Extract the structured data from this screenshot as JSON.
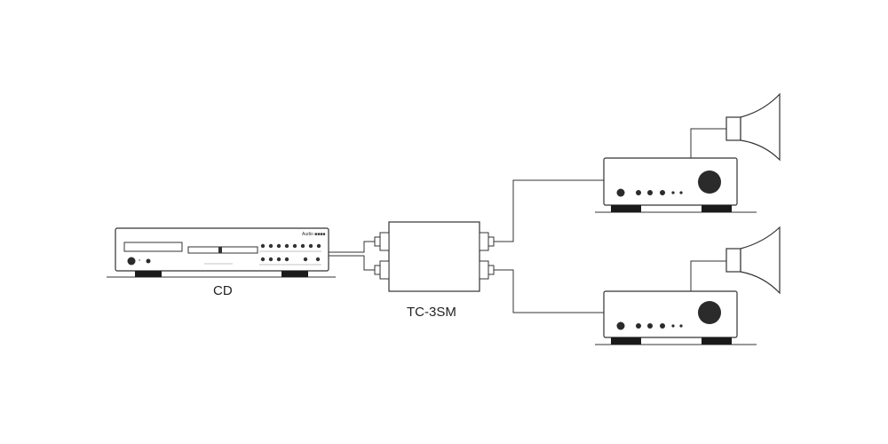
{
  "diagram": {
    "nodes": {
      "cd_player": {
        "label": "CD",
        "brand_text": "Audio  ■■■■"
      },
      "splitter": {
        "label": "TC-3SM"
      },
      "amplifier_top": {
        "label": ""
      },
      "amplifier_bottom": {
        "label": ""
      },
      "horn_speaker_top": {
        "label": ""
      },
      "horn_speaker_bottom": {
        "label": ""
      }
    },
    "edges": [
      {
        "from": "cd_player",
        "to": "splitter"
      },
      {
        "from": "splitter",
        "to": "amplifier_top"
      },
      {
        "from": "splitter",
        "to": "amplifier_bottom"
      },
      {
        "from": "amplifier_top",
        "to": "horn_speaker_top"
      },
      {
        "from": "amplifier_bottom",
        "to": "horn_speaker_bottom"
      }
    ]
  },
  "colors": {
    "stroke": "#333333",
    "device_fill": "#ffffff",
    "knob": "#2b2b2b",
    "foot": "#1a1a1a"
  }
}
